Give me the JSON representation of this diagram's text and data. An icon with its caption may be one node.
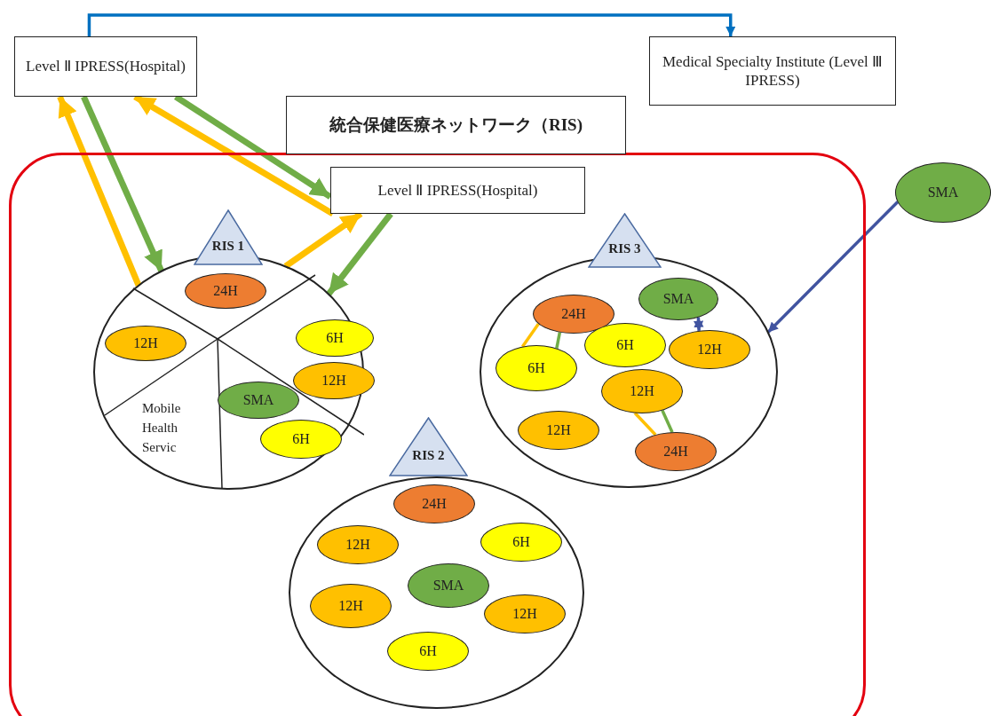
{
  "diagram": {
    "nodes": [
      {
        "text": [
          "Level Ⅱ IPRESS(Hospital)"
        ]
      },
      {
        "text": [
          "Medical Specialty Institute (Level Ⅲ IPRESS)"
        ]
      },
      {
        "text": [
          "統合保健医療ネットワーク（RIS)"
        ]
      },
      {
        "text": [
          "Level Ⅱ IPRESS(Hospital)"
        ],
        "in": 2
      },
      {
        "text": [
          "RIS 1"
        ],
        "in": 2
      },
      {
        "text": [
          "24H"
        ],
        "in": 4
      },
      {
        "text": [
          "12H"
        ],
        "in": 4
      },
      {
        "text": [
          "6H"
        ],
        "in": 4
      },
      {
        "text": [
          "12H"
        ],
        "in": 4
      },
      {
        "text": [
          "SMA"
        ],
        "in": 4
      },
      {
        "text": [
          "6H"
        ],
        "in": 4
      },
      {
        "text": [
          "RIS 3"
        ],
        "in": 2
      },
      {
        "text": [
          "SMA"
        ],
        "in": 11
      },
      {
        "text": [
          "24H"
        ],
        "in": 11
      },
      {
        "text": [
          "6H"
        ],
        "in": 11
      },
      {
        "text": [
          "12H"
        ],
        "in": 11
      },
      {
        "text": [
          "6H"
        ],
        "in": 11
      },
      {
        "text": [
          "12H"
        ],
        "in": 11
      },
      {
        "text": [
          "12H"
        ],
        "in": 11
      },
      {
        "text": [
          "24H"
        ],
        "in": 11
      },
      {
        "text": [
          "RIS 2"
        ],
        "in": 2
      },
      {
        "text": [
          "24H"
        ],
        "in": 20
      },
      {
        "text": [
          "12H"
        ],
        "in": 20
      },
      {
        "text": [
          "6H"
        ],
        "in": 20
      },
      {
        "text": [
          "SMA"
        ],
        "in": 20
      },
      {
        "text": [
          "12H"
        ],
        "in": 20
      },
      {
        "text": [
          "12H"
        ],
        "in": 20
      },
      {
        "text": [
          "6H"
        ],
        "in": 20
      },
      {
        "text": [
          "SMA"
        ]
      }
    ],
    "edges": [
      {
        "from": 0,
        "to": 1,
        "arrow": "to",
        "color": "#0070c0"
      },
      {
        "from": 4,
        "to": 0,
        "arrow": "to",
        "style": "thick",
        "color": "#ffc000"
      },
      {
        "from": 0,
        "to": 4,
        "arrow": "to",
        "style": "thick",
        "color": "#70ad47"
      },
      {
        "from": 3,
        "to": 0,
        "arrow": "to",
        "style": "thick",
        "color": "#ffc000"
      },
      {
        "from": 0,
        "to": 3,
        "arrow": "to",
        "style": "thick",
        "color": "#70ad47"
      },
      {
        "from": 4,
        "to": 3,
        "arrow": "to",
        "style": "thick",
        "color": "#ffc000"
      },
      {
        "from": 3,
        "to": 4,
        "arrow": "to",
        "style": "thick",
        "color": "#70ad47"
      },
      {
        "from": 28,
        "to": 11,
        "arrow": "to",
        "color": "#4154a0"
      },
      {
        "from": 12,
        "to": 15,
        "arrow": "both",
        "color": "#4154a0"
      },
      {
        "from": 13,
        "to": 16,
        "arrow": "none",
        "color": "#ffc000"
      },
      {
        "from": 13,
        "to": 16,
        "arrow": "none",
        "color": "#70ad47"
      },
      {
        "from": 17,
        "to": 19,
        "arrow": "none",
        "color": "#ffc000"
      },
      {
        "from": 17,
        "to": 19,
        "arrow": "none",
        "color": "#70ad47"
      }
    ],
    "labels": [
      "Mobile Health Servic"
    ]
  }
}
